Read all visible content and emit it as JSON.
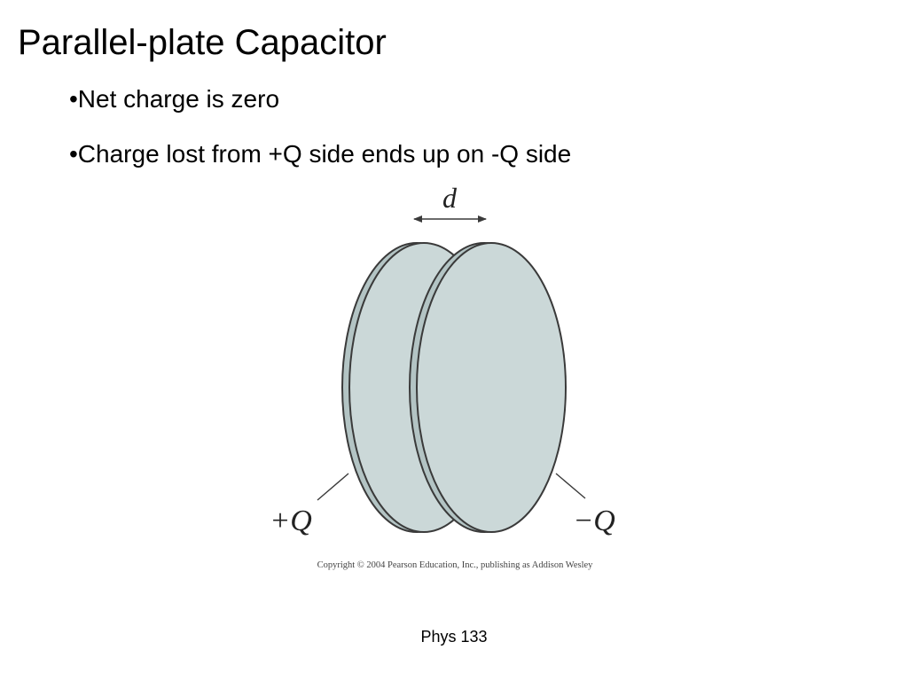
{
  "slide": {
    "title": "Parallel-plate Capacitor",
    "bullets": [
      "•Net charge is zero",
      "•Charge lost from +Q side ends up on -Q side"
    ],
    "footer": "Phys 133"
  },
  "diagram": {
    "gap_label": "d",
    "left_plate_label": "+Q",
    "right_plate_label": "−Q",
    "copyright": "Copyright © 2004 Pearson Education, Inc., publishing as Addison Wesley",
    "colors": {
      "plate_face": "#cbd8d8",
      "plate_rim": "#b3c4c4",
      "outline": "#3a3a3a"
    }
  }
}
